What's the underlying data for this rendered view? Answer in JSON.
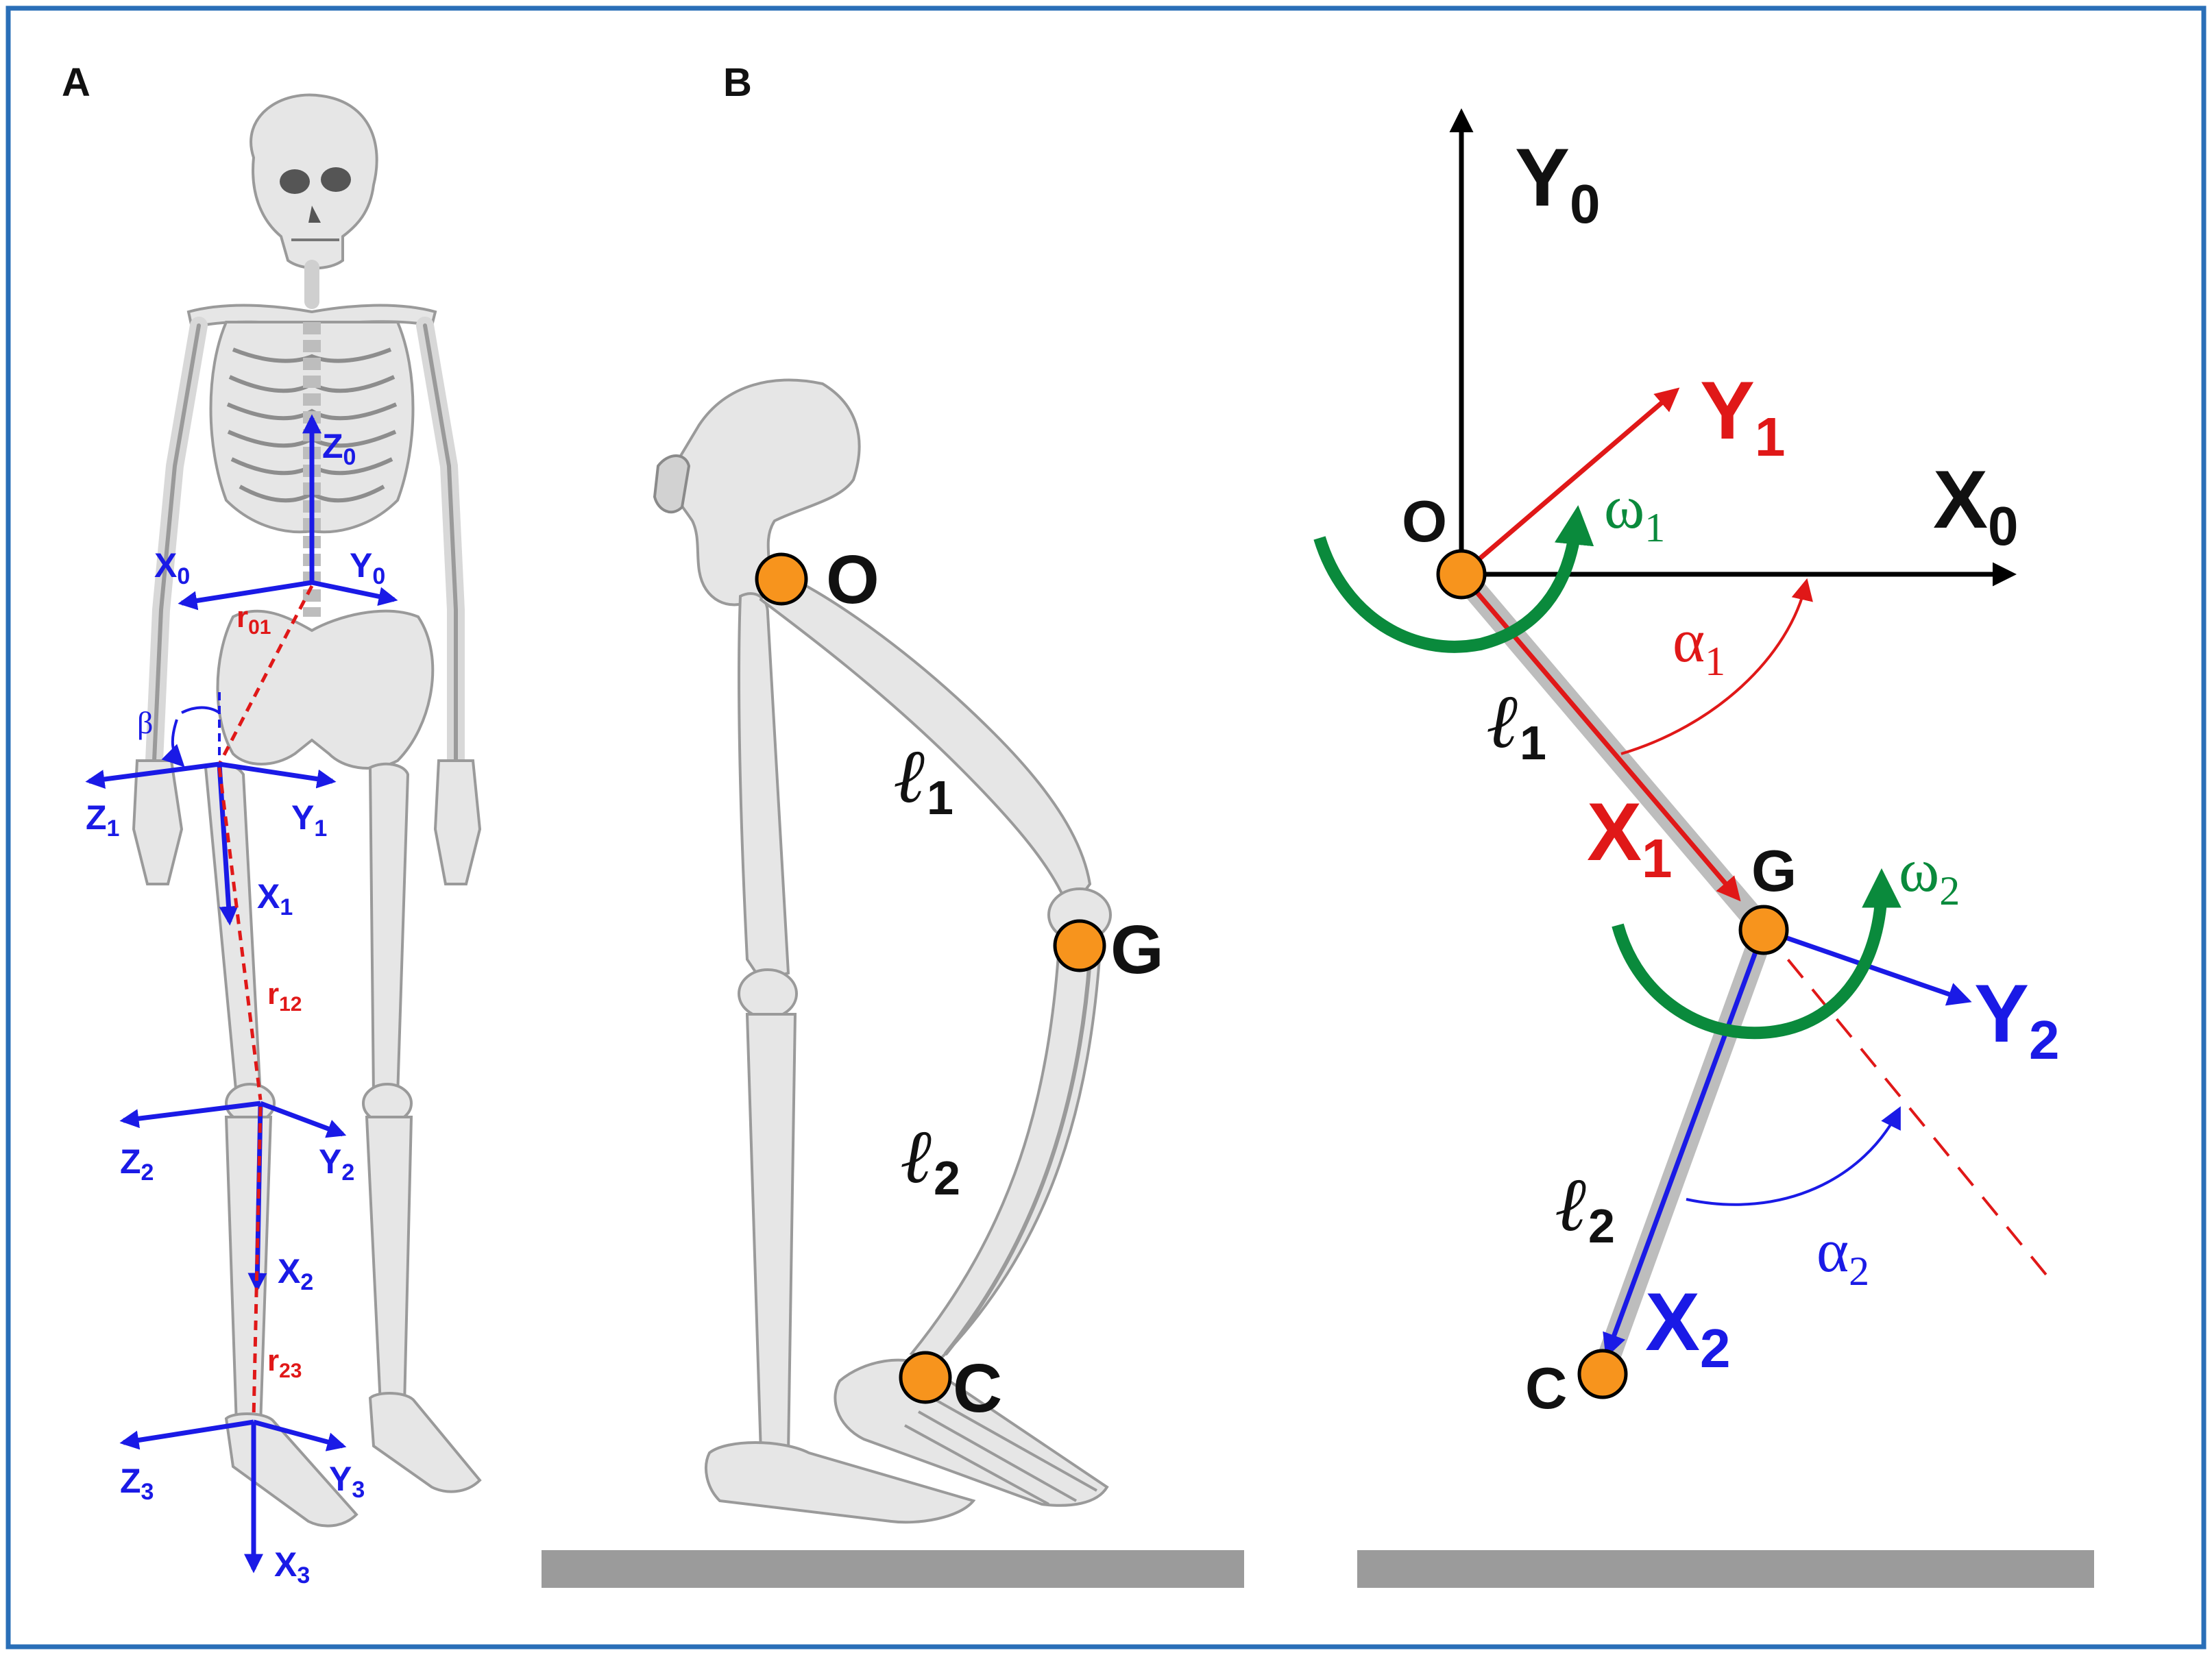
{
  "panels": {
    "a_label": "A",
    "b_label": "B"
  },
  "panel_a": {
    "frames": [
      {
        "axes": [
          "Z",
          "X",
          "Y"
        ],
        "sub": "0"
      },
      {
        "axes": [
          "Z",
          "Y",
          "X"
        ],
        "sub": "1"
      },
      {
        "axes": [
          "Z",
          "Y",
          "X"
        ],
        "sub": "2"
      },
      {
        "axes": [
          "Z",
          "Y",
          "X"
        ],
        "sub": "3"
      }
    ],
    "vectors": [
      {
        "r": "r",
        "sub": "01"
      },
      {
        "r": "r",
        "sub": "12"
      },
      {
        "r": "r",
        "sub": "23"
      }
    ],
    "beta": "β"
  },
  "panel_b_skeleton": {
    "joint_o": "O",
    "joint_g": "G",
    "joint_c": "C",
    "l1": "ℓ",
    "l1_sub": "1",
    "l2": "ℓ",
    "l2_sub": "2"
  },
  "panel_b_diagram": {
    "y0": "Y",
    "y0_sub": "0",
    "x0": "X",
    "x0_sub": "0",
    "y1": "Y",
    "y1_sub": "1",
    "x1": "X",
    "x1_sub": "1",
    "y2": "Y",
    "y2_sub": "2",
    "x2": "X",
    "x2_sub": "2",
    "o": "O",
    "g": "G",
    "c": "C",
    "omega1": "ω",
    "omega1_sub": "1",
    "omega2": "ω",
    "omega2_sub": "2",
    "alpha1": "α",
    "alpha1_sub": "1",
    "alpha2": "α",
    "alpha2_sub": "2",
    "l1": "ℓ",
    "l1_sub": "1",
    "l2": "ℓ",
    "l2_sub": "2"
  },
  "colors": {
    "border": "#2a6fb8",
    "blue": "#1a1ae6",
    "red": "#e01818",
    "green": "#0a8a3c",
    "orange": "#f7941d",
    "floor": "#9b9b9b"
  }
}
